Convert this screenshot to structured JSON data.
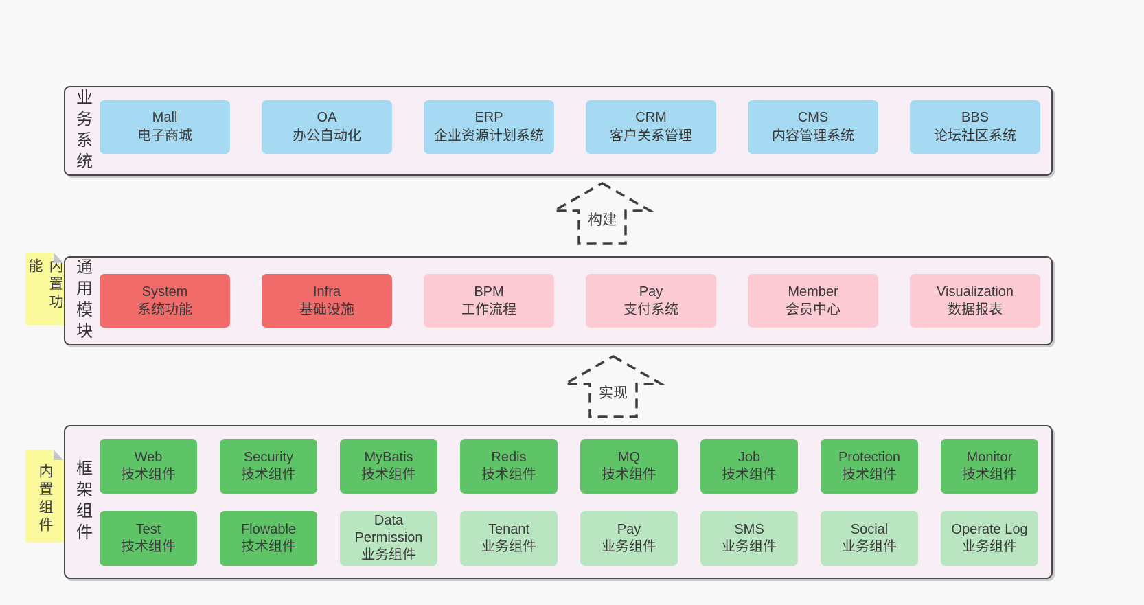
{
  "colors": {
    "page_bg": "#f8f8f8",
    "layer_bg": "#f8eef6",
    "layer_border": "#474747",
    "blue": "#a6d9f2",
    "red": "#f16b6b",
    "pink": "#fbcad2",
    "green": "#5fc468",
    "light_green": "#b9e5c1",
    "note_yellow": "#fafa9d",
    "note_fold_gray": "#c4c8cc",
    "text": "#3a3a3a",
    "arrow_stroke": "#3d3d3d"
  },
  "arrows": [
    {
      "label": "构建"
    },
    {
      "label": "实现"
    }
  ],
  "layers": [
    {
      "label": "业务系统",
      "rows": [
        [
          {
            "name": "Mall",
            "desc": "电子商城",
            "type": "blue"
          },
          {
            "name": "OA",
            "desc": "办公自动化",
            "type": "blue"
          },
          {
            "name": "ERP",
            "desc": "企业资源计划系统",
            "type": "blue"
          },
          {
            "name": "CRM",
            "desc": "客户关系管理",
            "type": "blue"
          },
          {
            "name": "CMS",
            "desc": "内容管理系统",
            "type": "blue"
          },
          {
            "name": "BBS",
            "desc": "论坛社区系统",
            "type": "blue"
          }
        ]
      ]
    },
    {
      "label": "通用模块",
      "note": "内置功能",
      "rows": [
        [
          {
            "name": "System",
            "desc": "系统功能",
            "type": "red"
          },
          {
            "name": "Infra",
            "desc": "基础设施",
            "type": "red"
          },
          {
            "name": "BPM",
            "desc": "工作流程",
            "type": "pink"
          },
          {
            "name": "Pay",
            "desc": "支付系统",
            "type": "pink"
          },
          {
            "name": "Member",
            "desc": "会员中心",
            "type": "pink"
          },
          {
            "name": "Visualization",
            "desc": "数据报表",
            "type": "pink"
          }
        ]
      ]
    },
    {
      "label": "框架组件",
      "note": "内置组件",
      "rows": [
        [
          {
            "name": "Web",
            "desc": "技术组件",
            "type": "green"
          },
          {
            "name": "Security",
            "desc": "技术组件",
            "type": "green"
          },
          {
            "name": "MyBatis",
            "desc": "技术组件",
            "type": "green"
          },
          {
            "name": "Redis",
            "desc": "技术组件",
            "type": "green"
          },
          {
            "name": "MQ",
            "desc": "技术组件",
            "type": "green"
          },
          {
            "name": "Job",
            "desc": "技术组件",
            "type": "green"
          },
          {
            "name": "Protection",
            "desc": "技术组件",
            "type": "green"
          },
          {
            "name": "Monitor",
            "desc": "技术组件",
            "type": "green"
          }
        ],
        [
          {
            "name": "Test",
            "desc": "技术组件",
            "type": "green"
          },
          {
            "name": "Flowable",
            "desc": "技术组件",
            "type": "green"
          },
          {
            "name": "Data Permission",
            "desc": "业务组件",
            "type": "light-green"
          },
          {
            "name": "Tenant",
            "desc": "业务组件",
            "type": "light-green"
          },
          {
            "name": "Pay",
            "desc": "业务组件",
            "type": "light-green"
          },
          {
            "name": "SMS",
            "desc": "业务组件",
            "type": "light-green"
          },
          {
            "name": "Social",
            "desc": "业务组件",
            "type": "light-green"
          },
          {
            "name": "Operate Log",
            "desc": "业务组件",
            "type": "light-green"
          }
        ]
      ]
    }
  ]
}
